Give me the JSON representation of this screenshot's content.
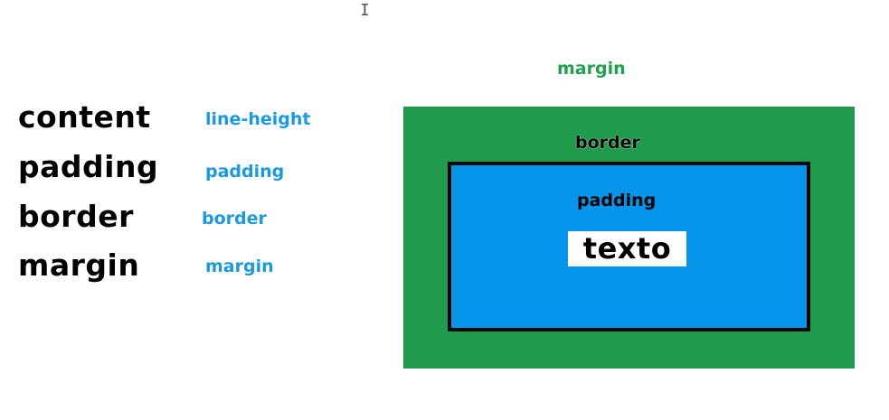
{
  "terms": [
    "content",
    "padding",
    "border",
    "margin"
  ],
  "properties": [
    "line-height",
    "padding",
    "border",
    "margin"
  ],
  "diagram": {
    "margin_label": "margin",
    "border_label": "border",
    "padding_label": "padding",
    "content_text": "texto"
  },
  "colors": {
    "margin": "#1e9c4b",
    "padding": "#0595ea",
    "border": "#000000",
    "content": "#ffffff",
    "property_text": "#1a9ae0",
    "margin_text": "#21a04e"
  },
  "cursor_icon": "text-cursor-icon"
}
